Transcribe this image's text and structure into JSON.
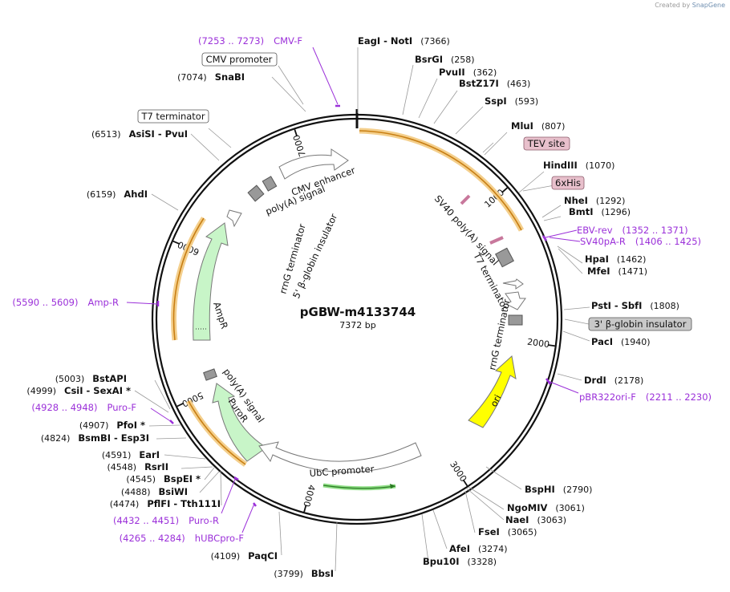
{
  "credit": {
    "prefix": "Created by",
    "brand": "SnapGene"
  },
  "plasmid": {
    "name": "pGBW-m4133744",
    "length_label": "7372 bp"
  },
  "ruler": [
    {
      "label": "1000",
      "pos": 1000
    },
    {
      "label": "2000",
      "pos": 2000
    },
    {
      "label": "3000",
      "pos": 3000
    },
    {
      "label": "4000",
      "pos": 4000
    },
    {
      "label": "5000",
      "pos": 5000
    },
    {
      "label": "6000",
      "pos": 6000
    },
    {
      "label": "7000",
      "pos": 7000
    }
  ],
  "sites": [
    {
      "name": "EagI  -  NotI",
      "pos_label": "(7366)"
    },
    {
      "name": "BsrGI",
      "pos_label": "(258)"
    },
    {
      "name": "PvuII",
      "pos_label": "(362)"
    },
    {
      "name": "BstZ17I",
      "pos_label": "(463)"
    },
    {
      "name": "SspI",
      "pos_label": "(593)"
    },
    {
      "name": "MluI",
      "pos_label": "(807)"
    },
    {
      "name": "HindIII",
      "pos_label": "(1070)"
    },
    {
      "name": "NheI",
      "pos_label": "(1292)"
    },
    {
      "name": "BmtI",
      "pos_label": "(1296)"
    },
    {
      "name": "HpaI",
      "pos_label": "(1462)"
    },
    {
      "name": "MfeI",
      "pos_label": "(1471)"
    },
    {
      "name": "PstI  -  SbfI",
      "pos_label": "(1808)"
    },
    {
      "name": "PacI",
      "pos_label": "(1940)"
    },
    {
      "name": "DrdI",
      "pos_label": "(2178)"
    },
    {
      "name": "BspHI",
      "pos_label": "(2790)"
    },
    {
      "name": "NgoMIV",
      "pos_label": "(3061)"
    },
    {
      "name": "NaeI",
      "pos_label": "(3063)"
    },
    {
      "name": "FseI",
      "pos_label": "(3065)"
    },
    {
      "name": "AfeI",
      "pos_label": "(3274)"
    },
    {
      "name": "Bpu10I",
      "pos_label": "(3328)"
    },
    {
      "name": "BbsI",
      "pos_label": "(3799)"
    },
    {
      "name": "PaqCI",
      "pos_label": "(4109)"
    },
    {
      "name": "PflFI  -  Tth111I",
      "pos_label": "(4474)"
    },
    {
      "name": "BsiWI",
      "pos_label": "(4488)"
    },
    {
      "name": "BspEI *",
      "pos_label": "(4545)"
    },
    {
      "name": "RsrII",
      "pos_label": "(4548)"
    },
    {
      "name": "EarI",
      "pos_label": "(4591)"
    },
    {
      "name": "BsmBI  -  Esp3I",
      "pos_label": "(4824)"
    },
    {
      "name": "PfoI *",
      "pos_label": "(4907)"
    },
    {
      "name": "CsiI  -  SexAI *",
      "pos_label": "(4999)"
    },
    {
      "name": "BstAPI",
      "pos_label": "(5003)"
    },
    {
      "name": "AhdI",
      "pos_label": "(6159)"
    },
    {
      "name": "AsiSI  -  PvuI",
      "pos_label": "(6513)"
    },
    {
      "name": "SnaBI",
      "pos_label": "(7074)"
    }
  ],
  "primers": [
    {
      "name": "CMV-F",
      "range": "(7253 .. 7273)"
    },
    {
      "name": "EBV-rev",
      "range": "(1352 .. 1371)"
    },
    {
      "name": "SV40pA-R",
      "range": "(1406 .. 1425)"
    },
    {
      "name": "pBR322ori-F",
      "range": "(2211 .. 2230)"
    },
    {
      "name": "hUBCpro-F",
      "range": "(4265 .. 4284)"
    },
    {
      "name": "Puro-R",
      "range": "(4432 .. 4451)"
    },
    {
      "name": "Puro-F",
      "range": "(4928 .. 4948)"
    },
    {
      "name": "Amp-R",
      "range": "(5590 .. 5609)"
    }
  ],
  "boxed_labels": {
    "cmv_promoter": "CMV promoter",
    "t7_terminator": "T7 terminator",
    "tev_site": "TEV site",
    "his_tag": "6xHis",
    "globin_ins_3": "3' β-globin insulator"
  },
  "features": {
    "cmv_enhancer": "CMV enhancer",
    "polya_signal_top": "poly(A) signal",
    "sv40_polya": "SV40 poly(A) signal",
    "t7_term_right": "T7 terminator",
    "rrng_term_right": "rrnG terminator",
    "ori": "ori",
    "ubc_promoter": "UbC promoter",
    "puror": "PuroR",
    "polya_signal_left": "poly(A) signal",
    "ampr": "AmpR",
    "rrng_term_left": "rrnG terminator",
    "globin_ins_5": "5' β-globin insulator"
  },
  "colors": {
    "orf_orange": "#e8a33a",
    "ori_yellow": "#ffff00",
    "resistance_green": "#c8f5c8",
    "primer_purple": "#9b30d9",
    "tag_pink": "#e8c0cc",
    "insulator_gray": "#c8c8c8",
    "green_orf": "#3cb034"
  }
}
